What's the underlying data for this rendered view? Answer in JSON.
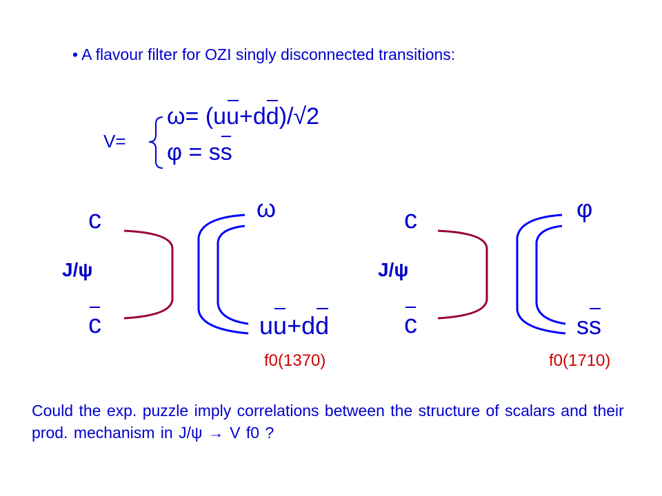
{
  "title": "• A flavour filter for OZI singly disconnected transitions:",
  "v_label": "V=",
  "omega_def": {
    "lhs": "ω= (u",
    "ubar": "u",
    "mid": "+d",
    "dbar": "d",
    "rhs": ")/√2"
  },
  "phi_def": {
    "lhs": "φ = s",
    "sbar": "s"
  },
  "left": {
    "top_quark": "c",
    "bottom_quark": "c",
    "jpsi": "J/ψ",
    "meson": "ω",
    "final": {
      "u": "u",
      "ubar": "u",
      "mid": "+d",
      "dbar": "d"
    },
    "label": "f0(1370)"
  },
  "right": {
    "top_quark": "c",
    "bottom_quark": "c",
    "jpsi": "J/ψ",
    "meson": "φ",
    "final": {
      "s": "s",
      "sbar": "s"
    },
    "label": "f0(1710)"
  },
  "bottom_text": "Could the exp. puzzle imply correlations between the structure of scalars and their prod. mechanism in J/ψ  → V f0 ?",
  "colors": {
    "text": "#0000cc",
    "quark_line": "#990033",
    "label": "#cc0000"
  }
}
